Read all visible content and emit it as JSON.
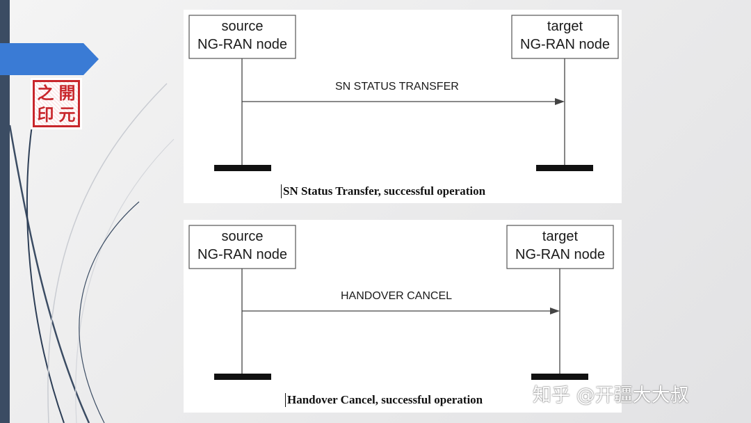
{
  "brand_colors": {
    "sidebar": "#3b4c63",
    "arrow_tab": "#3a7bd5",
    "seal_red": "#c8262b"
  },
  "seal": {
    "chars": [
      "之",
      "開",
      "印",
      "元"
    ]
  },
  "diagrams": [
    {
      "source": {
        "line1": "source",
        "line2": "NG-RAN node"
      },
      "target": {
        "line1": "target",
        "line2": "NG-RAN node"
      },
      "message": "SN STATUS TRANSFER",
      "caption": "SN Status Transfer, successful operation"
    },
    {
      "source": {
        "line1": "source",
        "line2": "NG-RAN node"
      },
      "target": {
        "line1": "target",
        "line2": "NG-RAN node"
      },
      "message": "HANDOVER CANCEL",
      "caption": "Handover Cancel, successful operation"
    }
  ],
  "watermark": "知乎 @开疆大大叔"
}
